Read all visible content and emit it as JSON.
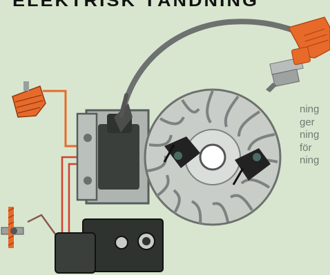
{
  "heading": "ELEKTRISK TÄNDNING",
  "side_text": [
    "ning",
    "ger",
    "ning",
    "för",
    "ning"
  ],
  "colors": {
    "background": "#d9e6cf",
    "wire_orange": "#e86a2a",
    "wire_red": "#d4402f",
    "coil_dark": "#3b3f3c",
    "flywheel": "#c9cdc8",
    "magnet": "#222"
  }
}
